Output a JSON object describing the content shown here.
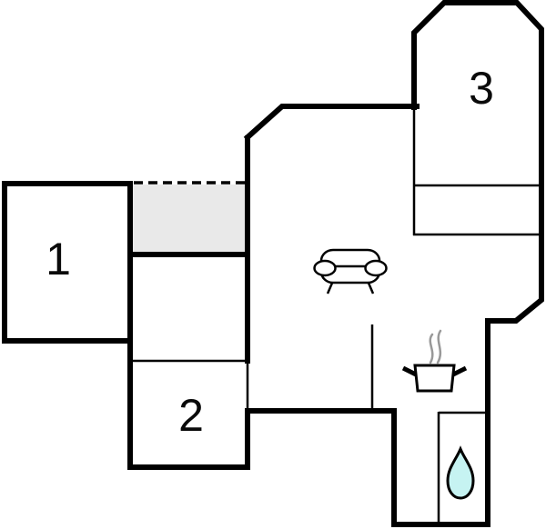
{
  "floorplan": {
    "type": "floor-plan-diagram",
    "rooms": [
      {
        "id": "room-1",
        "label": "1"
      },
      {
        "id": "room-2",
        "label": "2"
      },
      {
        "id": "room-3",
        "label": "3"
      }
    ],
    "areas": [
      {
        "id": "terrace",
        "style": "gray-fill-dashed-edge"
      },
      {
        "id": "living-area"
      },
      {
        "id": "kitchen-area"
      },
      {
        "id": "bathroom"
      },
      {
        "id": "hallway"
      }
    ],
    "icons": [
      {
        "name": "sofa-icon"
      },
      {
        "name": "cooking-pot-icon"
      },
      {
        "name": "steam-icon"
      },
      {
        "name": "water-drop-icon"
      }
    ],
    "colors": {
      "wall": "#000000",
      "background": "#ffffff",
      "terrace_fill": "#e9e9e9",
      "water_drop_fill": "#c6f3f2",
      "steam": "#999999",
      "icon_fill": "#ffffff"
    }
  }
}
